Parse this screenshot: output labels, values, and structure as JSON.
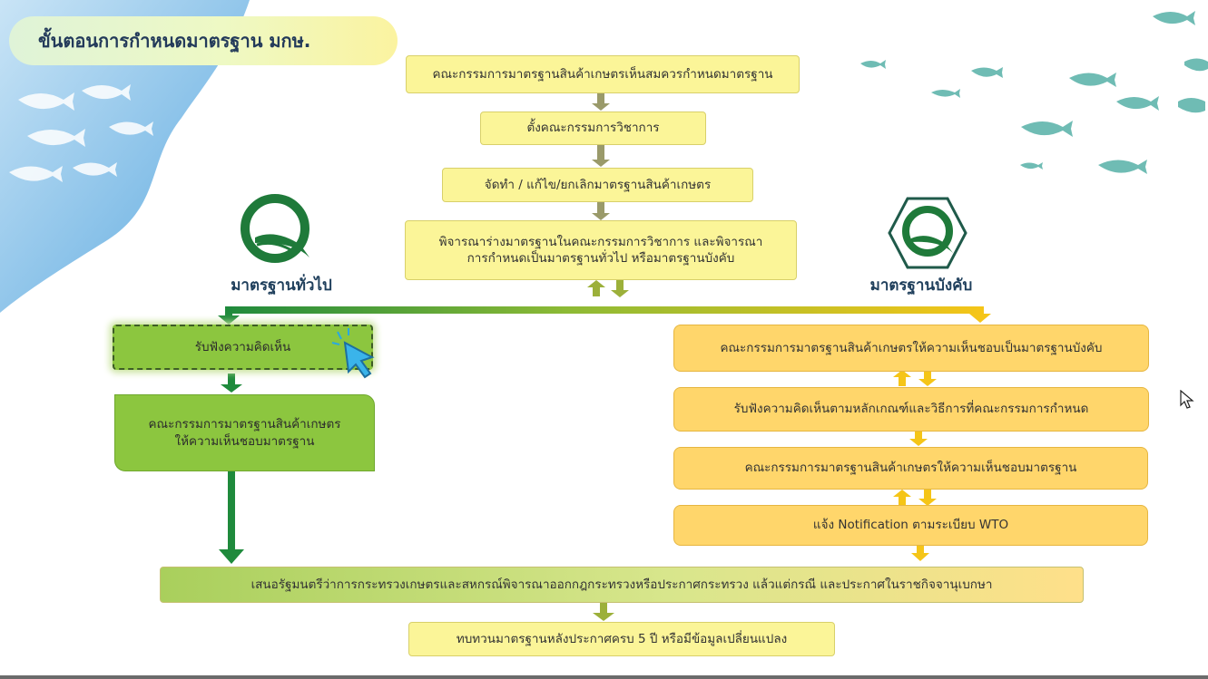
{
  "title": "ขั้นตอนการกำหนดมาตรฐาน มกษ.",
  "flow": {
    "step1": "คณะกรรมการมาตรฐานสินค้าเกษตรเห็นสมควรกำหนดมาตรฐาน",
    "step2": "ตั้งคณะกรรมการวิชาการ",
    "step3": "จัดทำ / แก้ไข/ยกเลิกมาตรฐานสินค้าเกษตร",
    "step4_line1": "พิจารณาร่างมาตรฐานในคณะกรรมการวิชาการ และพิจารณา",
    "step4_line2": "การกำหนดเป็นมาตรฐานทั่วไป หรือมาตรฐานบังคับ"
  },
  "general": {
    "label": "มาตรฐานทั่วไป",
    "step1": "รับฟังความคิดเห็น",
    "step2_line1": "คณะกรรมการมาตรฐานสินค้าเกษตร",
    "step2_line2": "ให้ความเห็นชอบมาตรฐาน"
  },
  "mandatory": {
    "label": "มาตรฐานบังคับ",
    "step1": "คณะกรรมการมาตรฐานสินค้าเกษตรให้ความเห็นชอบเป็นมาตรฐานบังคับ",
    "step2": "รับฟังความคิดเห็นตามหลักเกณฑ์และวิธีการที่คณะกรรมการกำหนด",
    "step3": "คณะกรรมการมาตรฐานสินค้าเกษตรให้ความเห็นชอบมาตรฐาน",
    "step4": "แจ้ง Notification ตามระเบียบ WTO"
  },
  "final": {
    "step1": "เสนอรัฐมนตรีว่าการกระทรวงเกษตรและสหกรณ์พิจารณาออกกฎกระทรวงหรือประกาศกระทรวง แล้วแต่กรณี และประกาศในราชกิจจานุเบกษา",
    "step2": "ทบทวนมาตรฐานหลังประกาศครบ 5 ปี หรือมีข้อมูลเปลี่ยนแปลง"
  },
  "colors": {
    "yellow": "#fbf598",
    "green": "#8cc63f",
    "dark_green": "#1f8a3c",
    "orange": "#ffd66b",
    "arrow_yellow": "#f5c518"
  },
  "icons": [
    "q-mark-general-icon",
    "q-mark-mandatory-icon",
    "pointer-hand-icon",
    "mouse-cursor-icon",
    "fish-icon"
  ]
}
